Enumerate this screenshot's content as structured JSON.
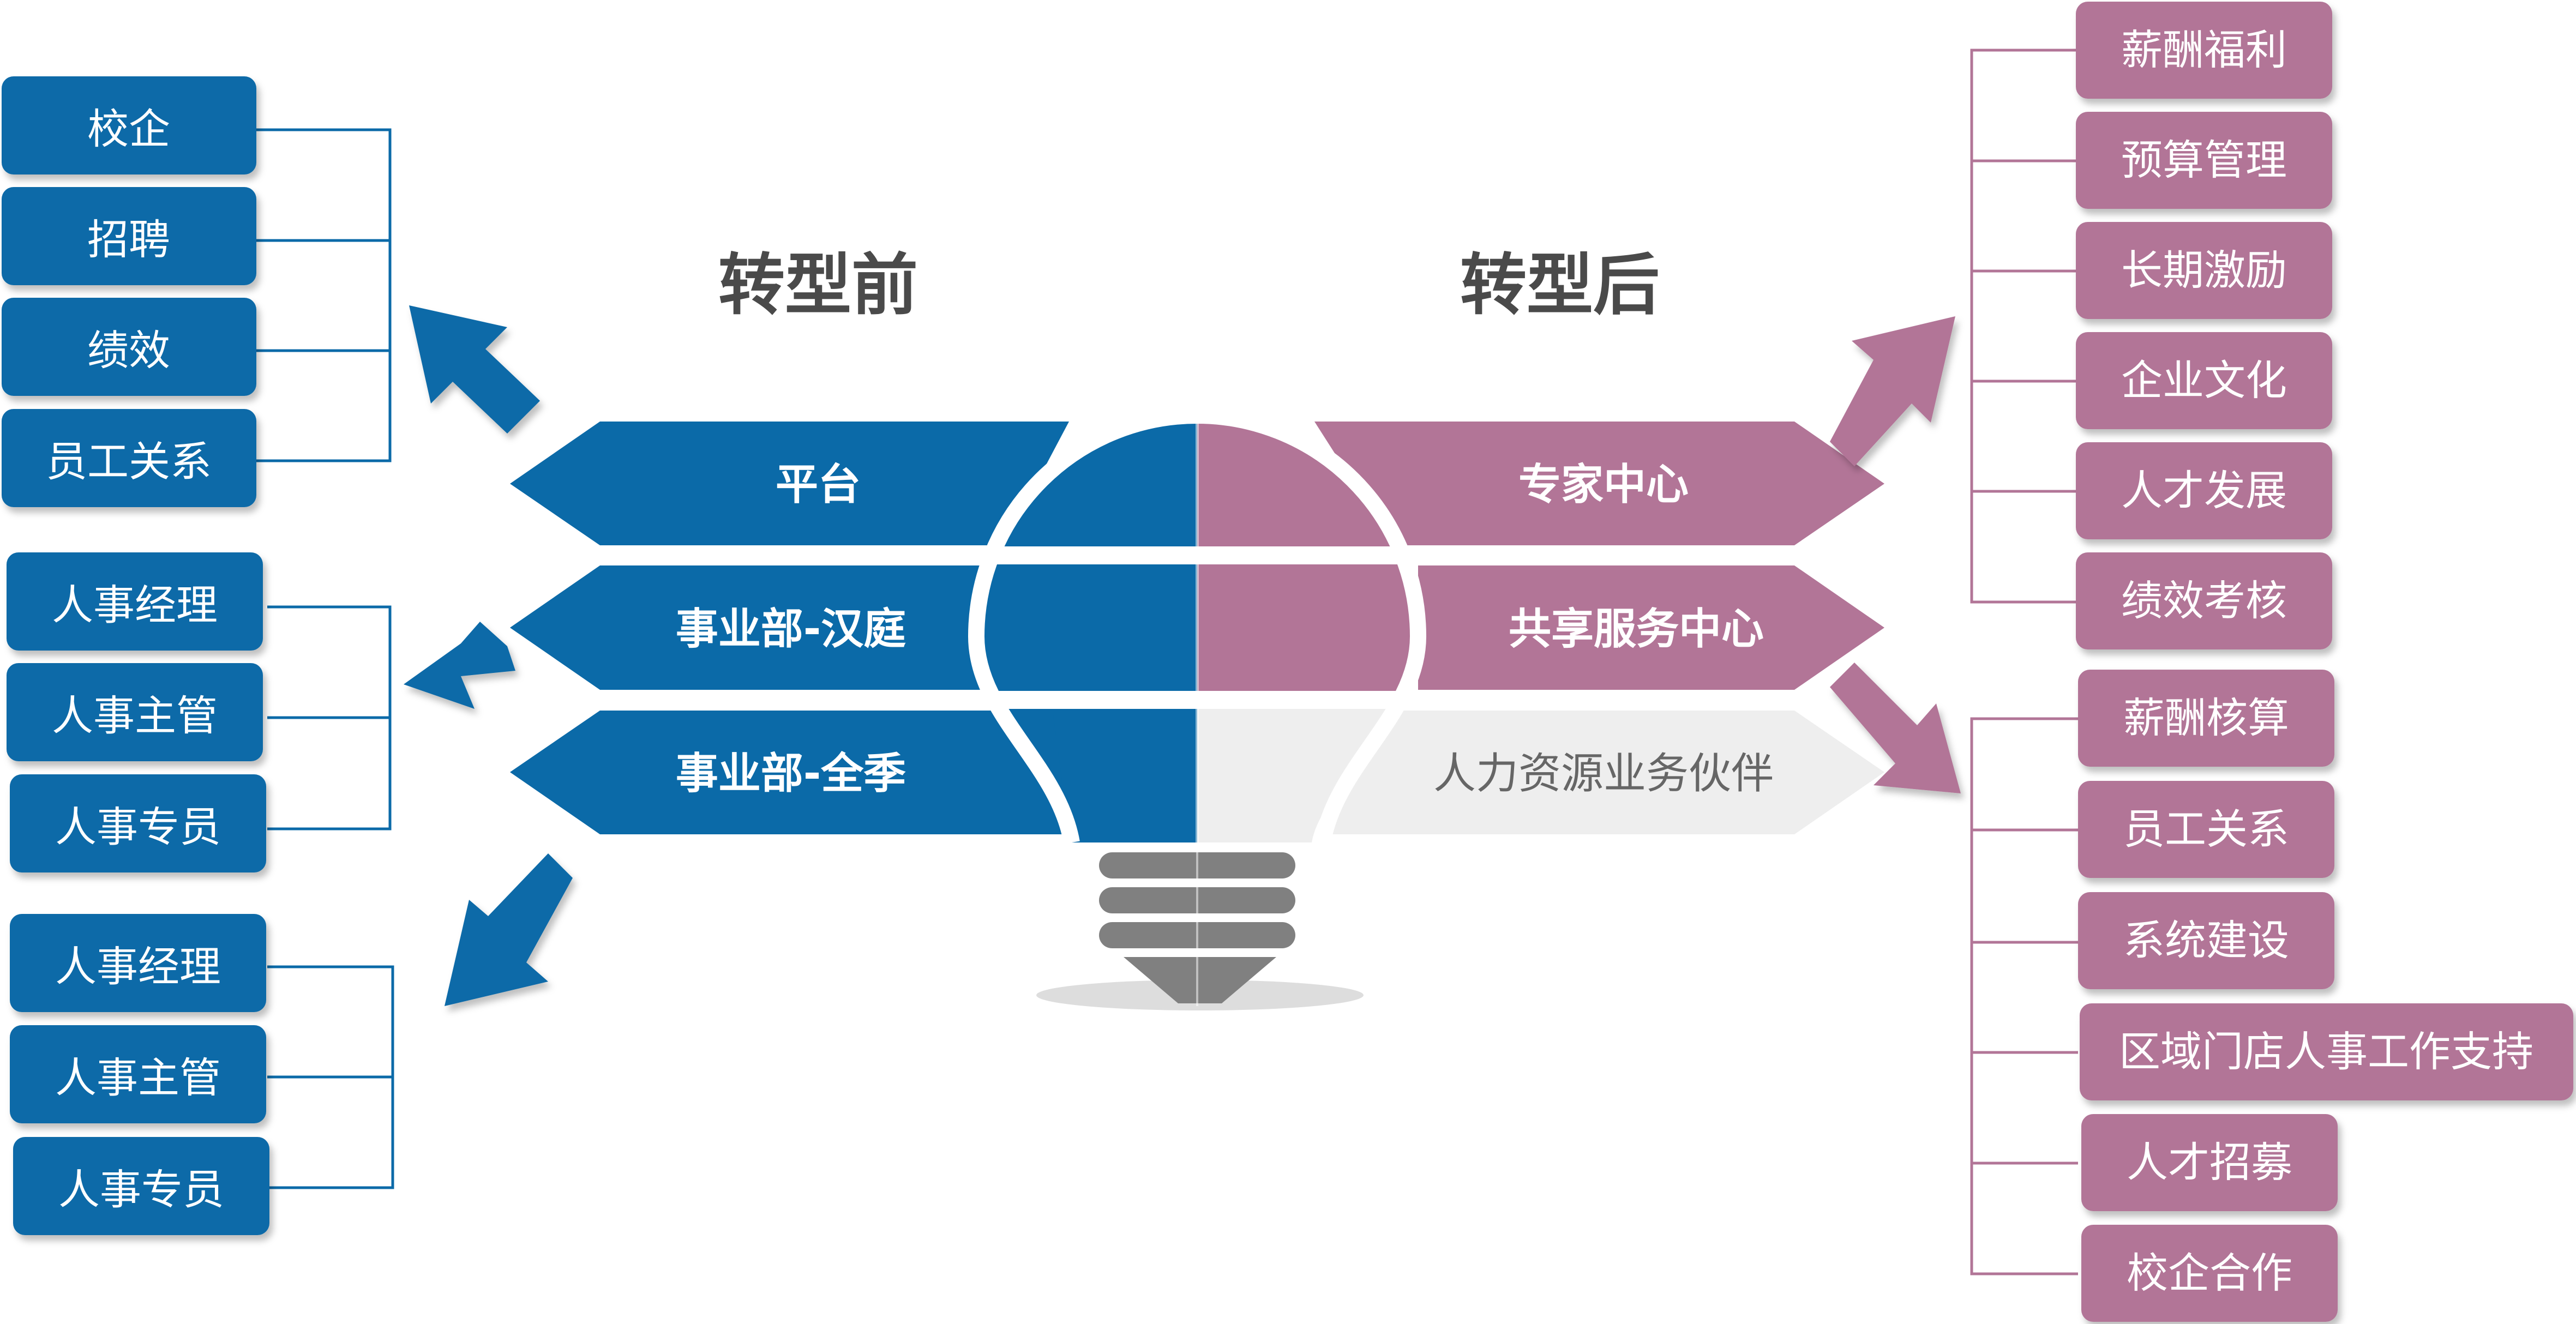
{
  "colors": {
    "blue": "#0b6aa8",
    "mauve": "#b27597",
    "light_grey": "#eeeeee",
    "title_grey": "#4a4a4a",
    "socket_grey": "#7f7f7f",
    "shadow": "#d9d9d9"
  },
  "headings": {
    "before": "转型前",
    "after": "转型后"
  },
  "bulb": {
    "left_bands": [
      "平台",
      "事业部-汉庭",
      "事业部-全季"
    ],
    "right_bands": [
      "专家中心",
      "共享服务中心",
      "人力资源业务伙伴"
    ]
  },
  "left_groups": [
    {
      "items": [
        "校企",
        "招聘",
        "绩效",
        "员工关系"
      ]
    },
    {
      "items": [
        "人事经理",
        "人事主管",
        "人事专员"
      ]
    },
    {
      "items": [
        "人事经理",
        "人事主管",
        "人事专员"
      ]
    }
  ],
  "right_groups": [
    {
      "items": [
        "薪酬福利",
        "预算管理",
        "长期激励",
        "企业文化",
        "人才发展",
        "绩效考核"
      ]
    },
    {
      "items": [
        "薪酬核算",
        "员工关系",
        "系统建设",
        "区域门店人事工作支持",
        "人才招募",
        "校企合作"
      ]
    }
  ],
  "icons": {
    "arrows": [
      "arrow-up-left-icon",
      "arrow-left-icon",
      "arrow-down-left-icon",
      "arrow-up-right-icon",
      "arrow-down-right-icon"
    ],
    "socket": "bulb-socket-icon"
  }
}
